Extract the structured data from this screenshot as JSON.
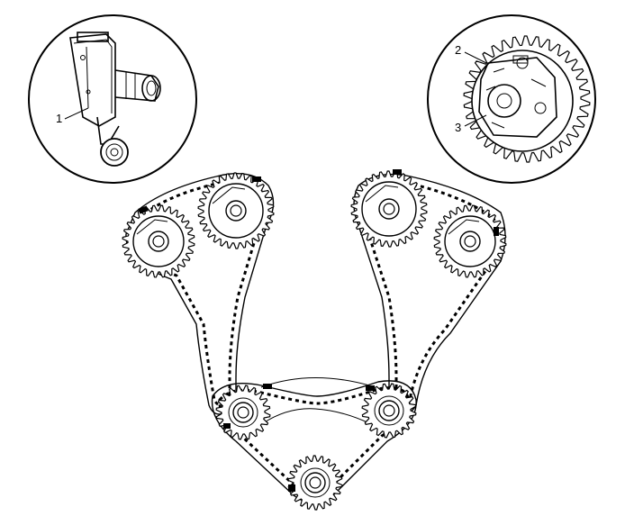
{
  "callouts": {
    "one": "1",
    "two": "2",
    "three": "3"
  },
  "colors": {
    "line": "#000000",
    "background": "#ffffff",
    "sprocket_fill": "#ffffff"
  },
  "icons": {
    "sensor": "camshaft-position-sensor-icon",
    "actuator": "camshaft-actuator-icon",
    "sprocket": "sprocket-icon"
  }
}
